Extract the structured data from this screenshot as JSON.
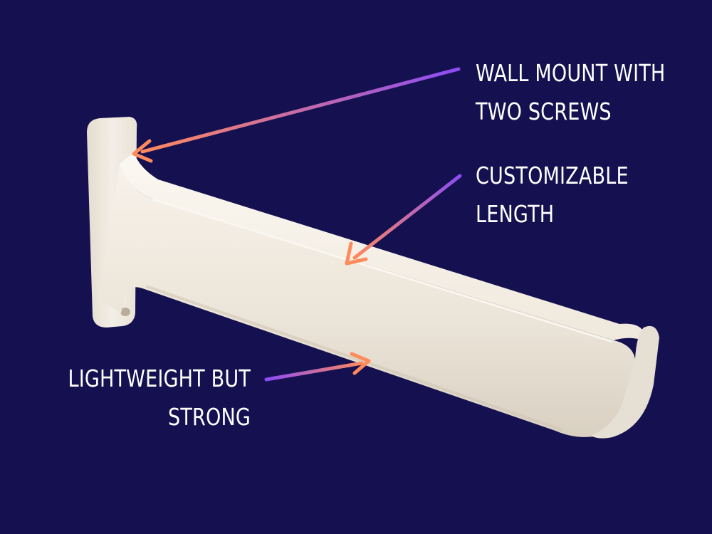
{
  "image": {
    "background_color": "#15104f",
    "subject": "shelf-bracket",
    "bracket_color": "#efe9de",
    "arrow_gradient": [
      "#8b4cf5",
      "#ff8a5c"
    ]
  },
  "callouts": {
    "wall_mount": {
      "line1": "WALL MOUNT WITH",
      "line2": "TWO SCREWS"
    },
    "length": {
      "line1": "CUSTOMIZABLE",
      "line2": "LENGTH"
    },
    "strength": {
      "line1": "LIGHTWEIGHT BUT",
      "line2": "STRONG"
    }
  }
}
